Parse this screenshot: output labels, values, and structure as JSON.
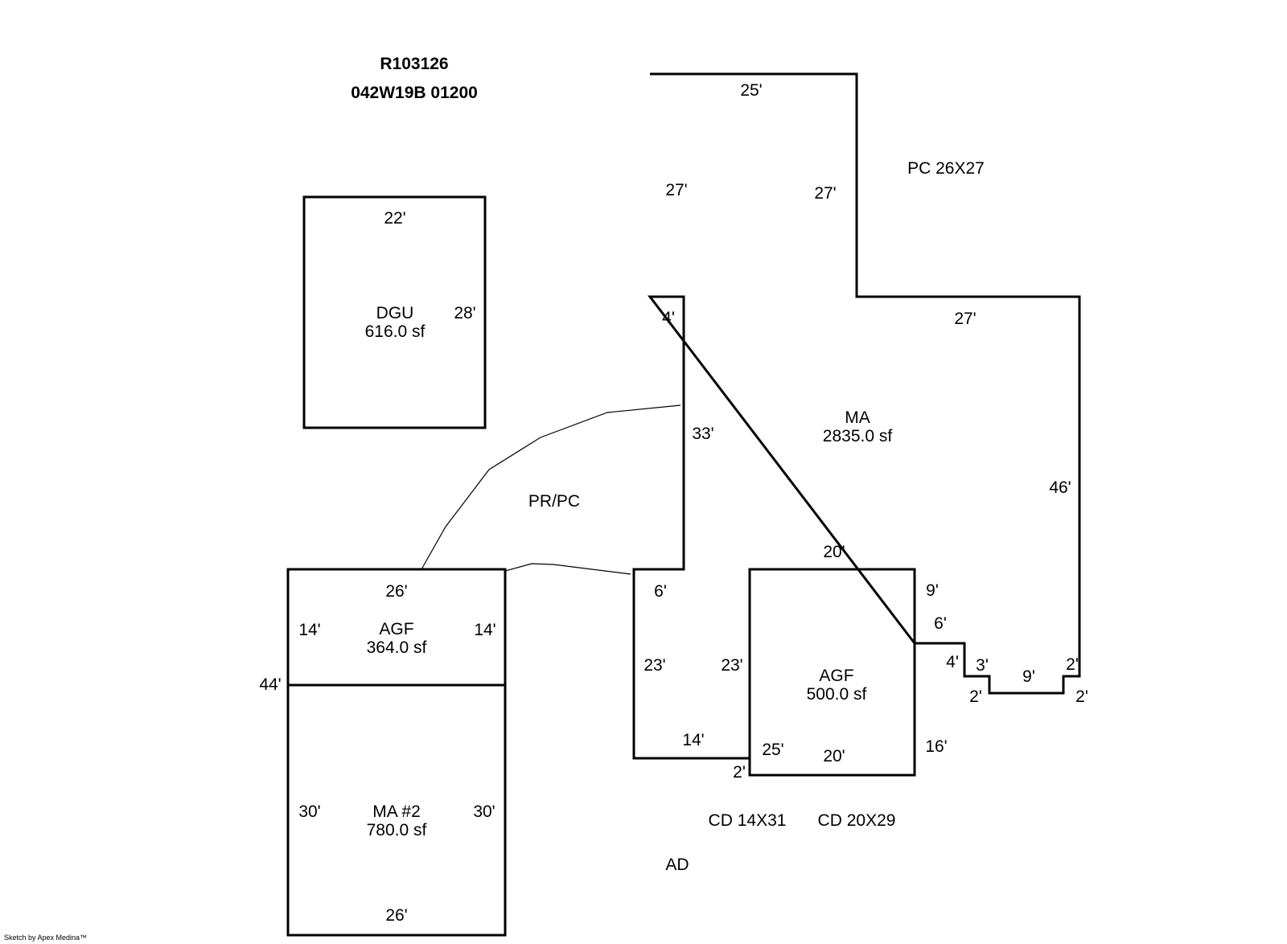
{
  "header": {
    "parcel_id": "R103126",
    "map_tax_lot": "042W19B 01200"
  },
  "dgu": {
    "name": "DGU",
    "area": "616.0 sf",
    "dims": [
      "22'",
      "28'"
    ]
  },
  "ma": {
    "name": "MA",
    "area": "2835.0 sf",
    "dims": [
      "25'",
      "27'",
      "27'",
      "4'",
      "27'",
      "33'",
      "46'",
      "6'",
      "23'",
      "14'",
      "2'",
      "25'",
      "20'",
      "9'",
      "6'",
      "4'",
      "3'",
      "2'",
      "9'",
      "2'",
      "2'",
      "16'"
    ]
  },
  "pc_label": "PC 26X27",
  "pr_pc_label": "PR/PC",
  "agf_left": {
    "name": "AGF",
    "area": "364.0 sf",
    "dims": [
      "26'",
      "14'",
      "14'",
      "44'"
    ]
  },
  "ma2": {
    "name": "MA #2",
    "area": "780.0 sf",
    "dims": [
      "30'",
      "30'",
      "26'"
    ]
  },
  "agf_right": {
    "name": "AGF",
    "area": "500.0 sf",
    "dims": [
      "20'",
      "23'",
      "20'"
    ]
  },
  "cd1": "CD 14X31",
  "cd2": "CD 20X29",
  "ad": "AD",
  "footer": "Sketch by Apex Medina™"
}
